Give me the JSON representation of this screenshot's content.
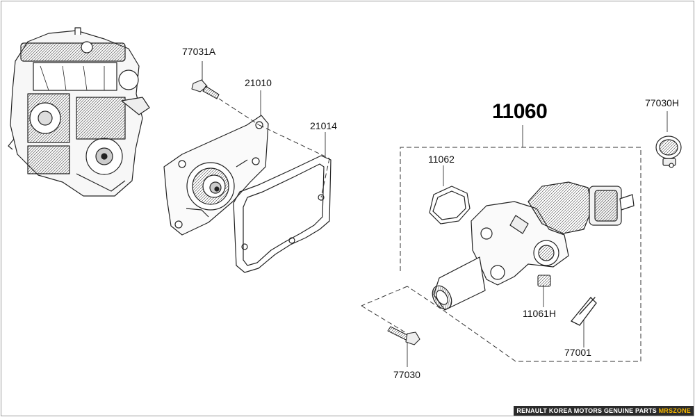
{
  "diagram": {
    "main_assembly": "11060",
    "parts": [
      {
        "id": "p77031A",
        "code": "77031A"
      },
      {
        "id": "p21010",
        "code": "21010"
      },
      {
        "id": "p21014",
        "code": "21014"
      },
      {
        "id": "p11062",
        "code": "11062"
      },
      {
        "id": "p77030H",
        "code": "77030H"
      },
      {
        "id": "p11061H",
        "code": "11061H"
      },
      {
        "id": "p77001",
        "code": "77001"
      },
      {
        "id": "p77030",
        "code": "77030"
      }
    ]
  },
  "footer": {
    "brand_text": "RENAULT KOREA MOTORS GENUINE PARTS",
    "site_text": "MRSZONE"
  },
  "colors": {
    "line": "#222222",
    "frame": "#9a9a9a",
    "footer_bg": "#2b2b2b",
    "footer_accent": "#f2b400"
  }
}
